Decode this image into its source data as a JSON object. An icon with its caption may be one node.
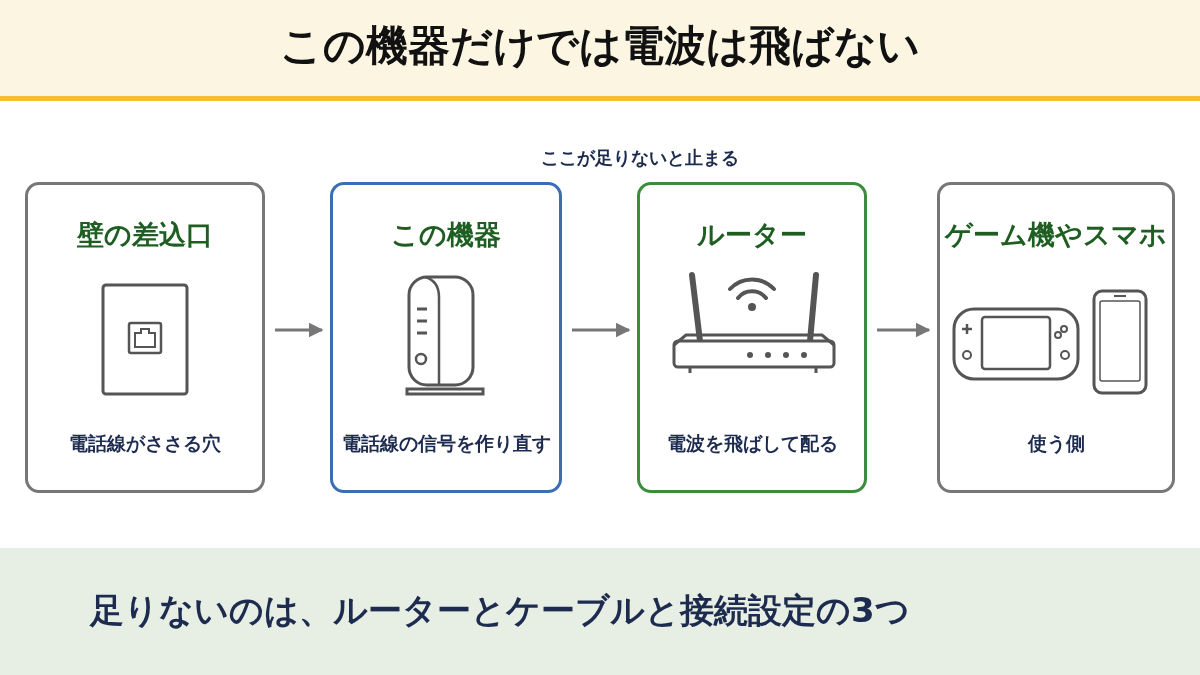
{
  "diagram": {
    "title": "この機器だけでは電波は飛ばない",
    "nodes": [
      {
        "text": [
          "壁の差込口",
          "電話線がささる穴"
        ]
      },
      {
        "text": [
          "この機器",
          "電話線の信号を作り直す"
        ]
      },
      {
        "text": [
          "ルーター",
          "電波を飛ばして配る"
        ]
      },
      {
        "text": [
          "ゲーム機やスマホ",
          "使う側"
        ]
      }
    ],
    "edges": [
      {
        "from": 0,
        "to": 1,
        "arrow": "to"
      },
      {
        "from": 1,
        "to": 2,
        "arrow": "to"
      },
      {
        "from": 2,
        "to": 3,
        "arrow": "to"
      }
    ],
    "labels": [
      "ここが足りないと止まる"
    ],
    "caption": "足りないのは、ルーターとケーブルと接続設定の3つ"
  }
}
